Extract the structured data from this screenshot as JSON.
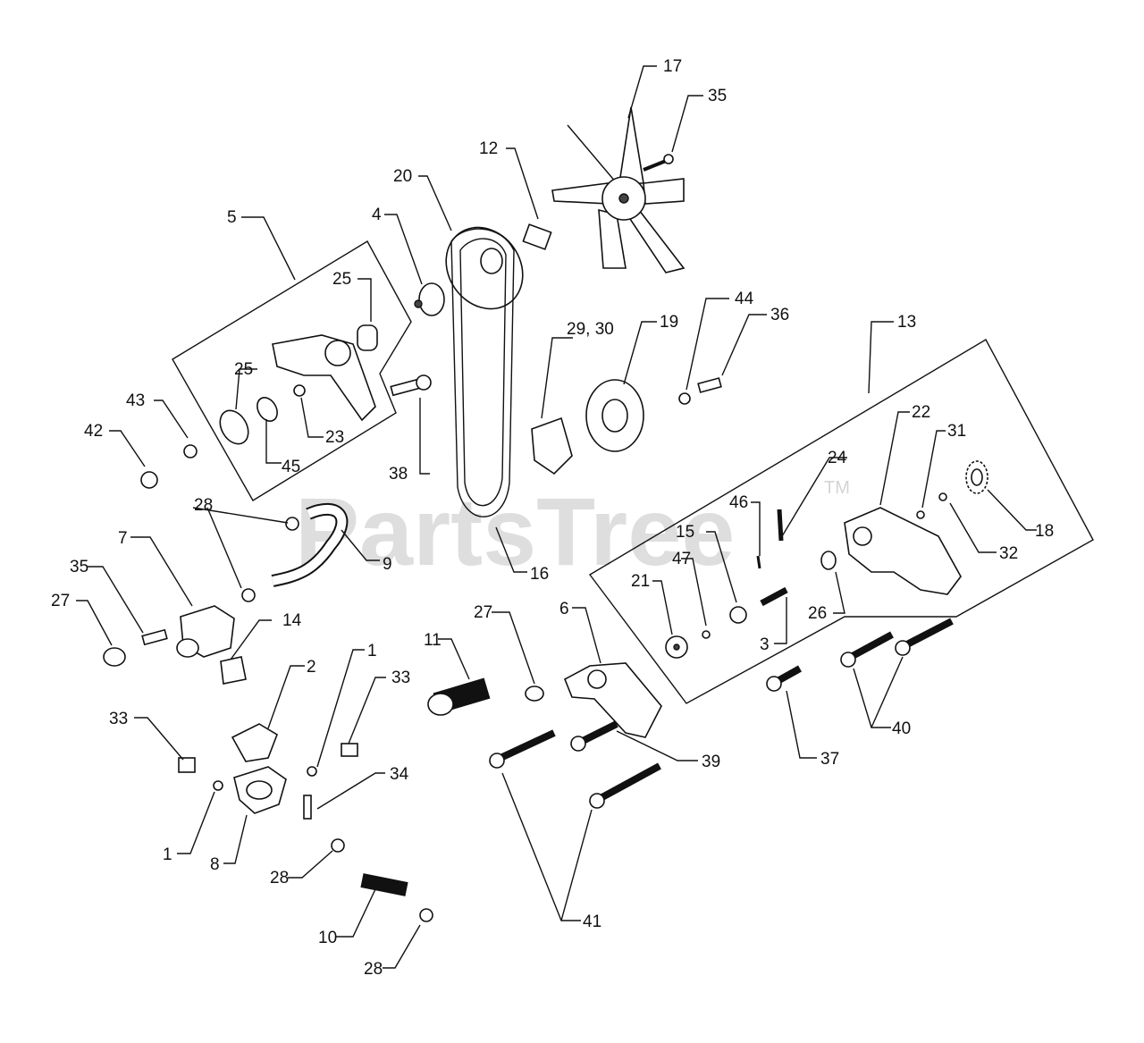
{
  "watermark": {
    "text": "PartsTree",
    "trademark": "TM"
  },
  "callouts": {
    "c1a": "1",
    "c1b": "1",
    "c2": "2",
    "c3": "3",
    "c4": "4",
    "c5": "5",
    "c6": "6",
    "c7": "7",
    "c8": "8",
    "c9": "9",
    "c10": "10",
    "c11": "11",
    "c12": "12",
    "c13": "13",
    "c14": "14",
    "c15": "15",
    "c16": "16",
    "c17": "17",
    "c18": "18",
    "c19": "19",
    "c20": "20",
    "c21": "21",
    "c22": "22",
    "c23": "23",
    "c24": "24",
    "c25a": "25",
    "c25b": "25",
    "c26": "26",
    "c27a": "27",
    "c27b": "27",
    "c28a": "28",
    "c28b": "28",
    "c28c": "28",
    "c2930": "29, 30",
    "c31": "31",
    "c32": "32",
    "c33a": "33",
    "c33b": "33",
    "c34": "34",
    "c35a": "35",
    "c35b": "35",
    "c36": "36",
    "c37": "37",
    "c38": "38",
    "c39": "39",
    "c40": "40",
    "c41": "41",
    "c42": "42",
    "c43": "43",
    "c44": "44",
    "c45": "45",
    "c46": "46",
    "c47": "47"
  }
}
